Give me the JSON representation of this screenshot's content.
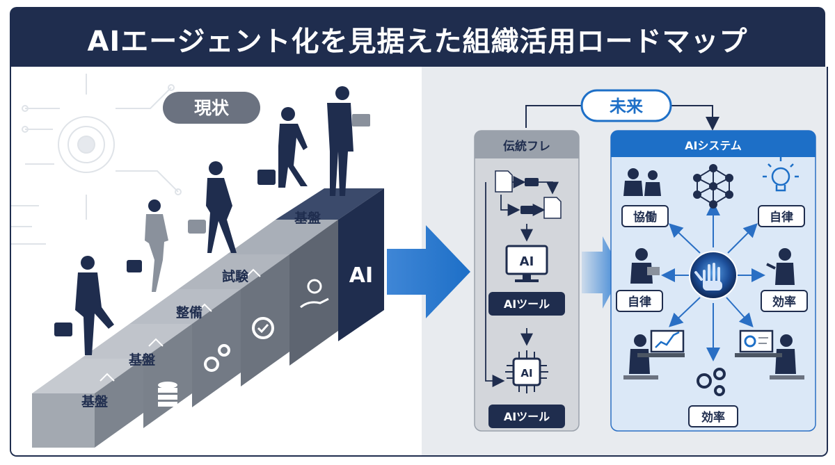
{
  "title": "AIエージェント化を見据えた組織活用ロードマップ",
  "current_label": "現状",
  "future_label": "未来",
  "stairs": [
    "基盤",
    "基盤",
    "整備",
    "試験",
    "基盤",
    "AI"
  ],
  "traditional": {
    "header": "伝統フレ",
    "tool_labels": [
      "AIツール",
      "AIツール"
    ],
    "monitor_text": "AI",
    "chip_text": "AI"
  },
  "ai_system": {
    "header": "AIシステム",
    "nodes": [
      "協働",
      "自律",
      "自律",
      "効率",
      "効率"
    ]
  },
  "colors": {
    "navy": "#1f2d4e",
    "accent_blue": "#1d6fc7",
    "stair_gray": "#8a919c",
    "panel_gray": "#d3d6db",
    "light_blue_panel": "#dbe8f7"
  },
  "icons": [
    "circuit-gear-icon",
    "database-icon",
    "gears-icon",
    "gear-check-icon",
    "gear-hand-icon",
    "document-icon",
    "monitor-icon",
    "chip-icon",
    "team-icon",
    "network-icon",
    "lightbulb-icon",
    "robot-hand-icon",
    "worker-icon",
    "presenter-icon",
    "chart-monitor-icon",
    "dashboard-monitor-icon"
  ]
}
